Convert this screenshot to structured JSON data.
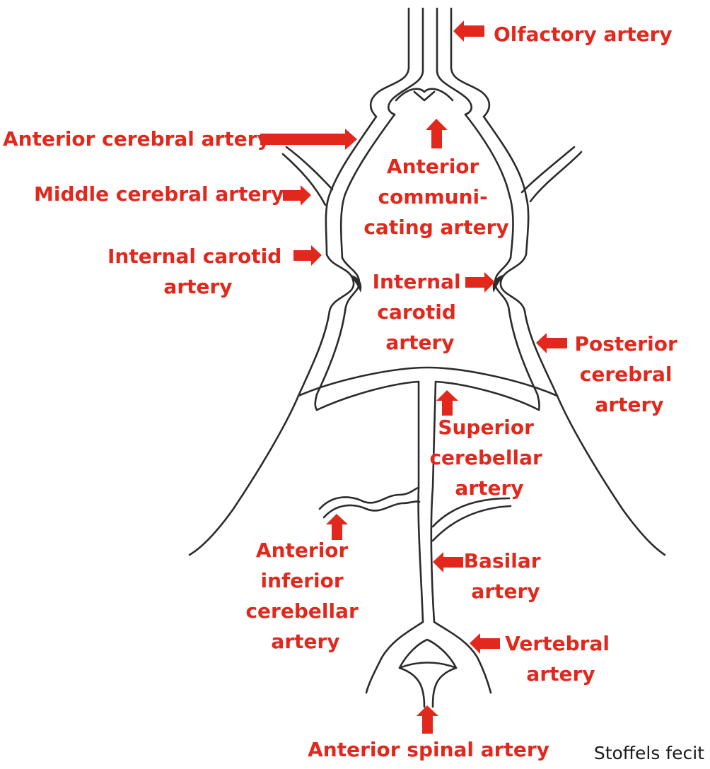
{
  "labels": {
    "olfactory": [
      "Olfactory artery"
    ],
    "anterior_cerebral": [
      "Anterior cerebral artery"
    ],
    "middle_cerebral": [
      "Middle cerebral artery"
    ],
    "internal_carotid_left": [
      "Internal carotid",
      "artery"
    ],
    "anterior_communicating": [
      "Anterior",
      "communi-",
      "cating artery"
    ],
    "internal_carotid_center": [
      "Internal",
      "carotid",
      "artery"
    ],
    "posterior_cerebral": [
      "Posterior",
      "cerebral",
      "artery"
    ],
    "superior_cerebellar": [
      "Superior",
      "cerebellar",
      "artery"
    ],
    "anterior_inferior_cerebellar": [
      "Anterior",
      "inferior",
      "cerebellar",
      "artery"
    ],
    "basilar": [
      "Basilar",
      "artery"
    ],
    "vertebral": [
      "Vertebral",
      "artery"
    ],
    "anterior_spinal": [
      "Anterior spinal artery"
    ]
  },
  "credit": "Stoffels fecit",
  "colors": {
    "label": "#e2281c",
    "vessel": "#2b2b2b",
    "background": "#ffffff"
  }
}
